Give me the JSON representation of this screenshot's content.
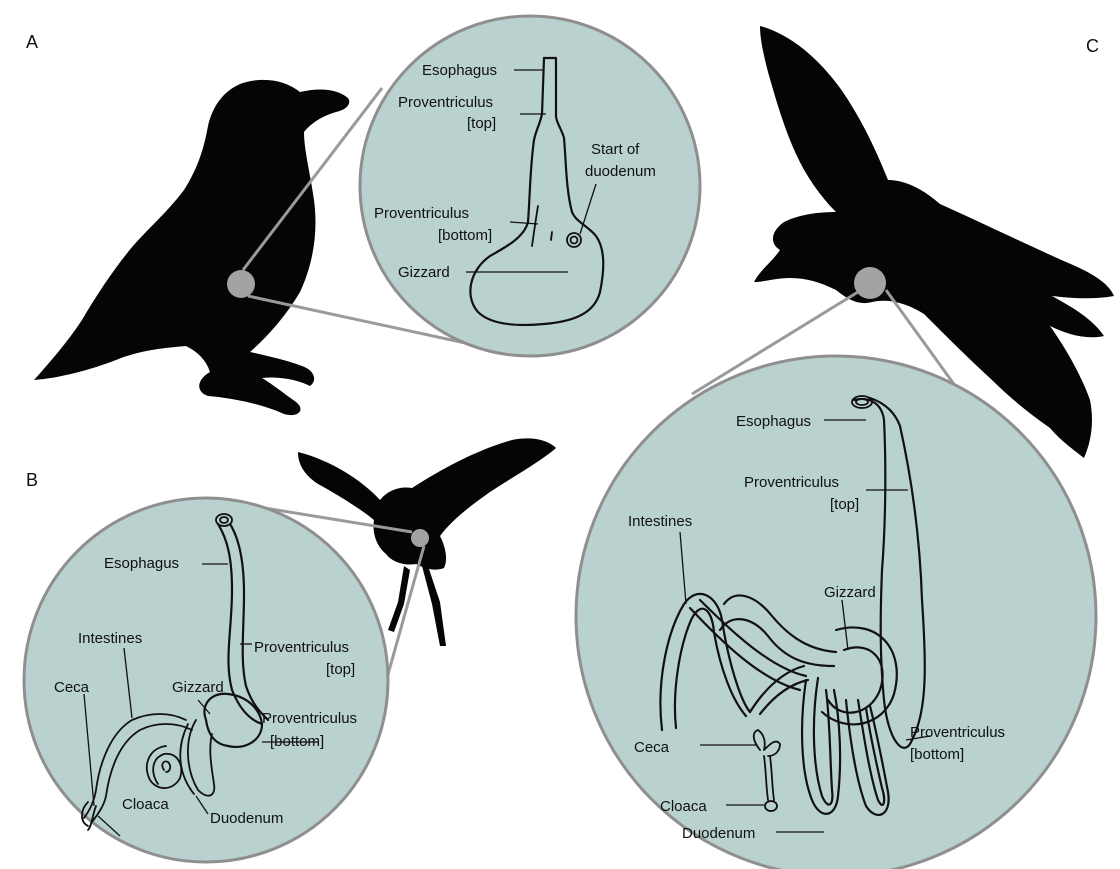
{
  "colors": {
    "inset_fill": "#b9d1cf",
    "inset_stroke": "#8f8f8f",
    "silhouette": "#050505",
    "marker": "#a3a3a3"
  },
  "panels": {
    "a": {
      "letter": "A",
      "labels": {
        "esophagus": "Esophagus",
        "proventriculus_top_1": "Proventriculus",
        "proventriculus_top_2": "[top]",
        "start_duodenum_1": "Start of",
        "start_duodenum_2": "duodenum",
        "proventriculus_bottom_1": "Proventriculus",
        "proventriculus_bottom_2": "[bottom]",
        "gizzard": "Gizzard"
      }
    },
    "b": {
      "letter": "B",
      "labels": {
        "esophagus": "Esophagus",
        "intestines": "Intestines",
        "proventriculus_top_1": "Proventriculus",
        "proventriculus_top_2": "[top]",
        "ceca": "Ceca",
        "gizzard": "Gizzard",
        "proventriculus_bottom_1": "Proventriculus",
        "proventriculus_bottom_2": "[bottom]",
        "cloaca": "Cloaca",
        "duodenum": "Duodenum"
      }
    },
    "c": {
      "letter": "C",
      "labels": {
        "esophagus": "Esophagus",
        "proventriculus_top_1": "Proventriculus",
        "proventriculus_top_2": "[top]",
        "intestines": "Intestines",
        "gizzard": "Gizzard",
        "ceca": "Ceca",
        "cloaca": "Cloaca",
        "duodenum": "Duodenum",
        "proventriculus_bottom_1": "Proventriculus",
        "proventriculus_bottom_2": "[bottom]"
      }
    }
  }
}
